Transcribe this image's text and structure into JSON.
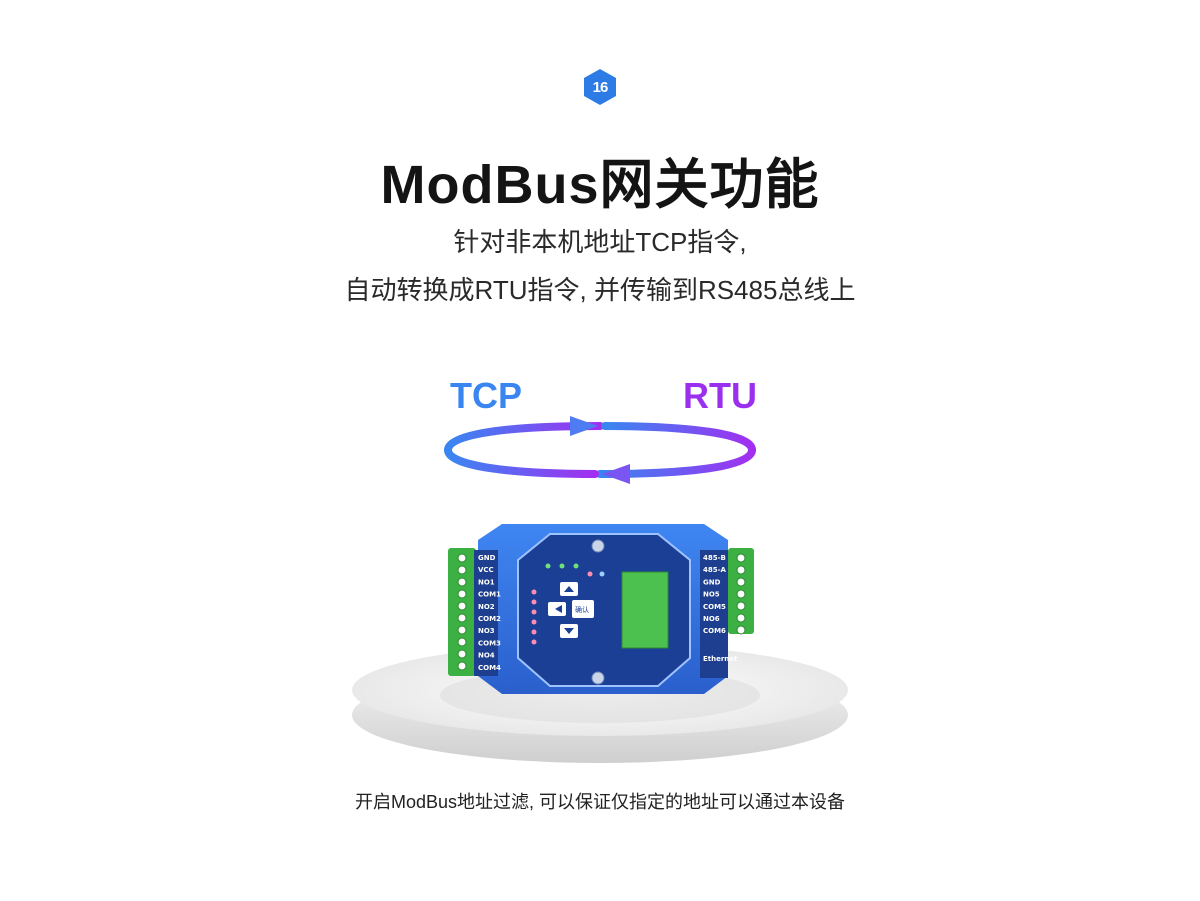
{
  "badge": {
    "number": "16",
    "color": "#2d7be5"
  },
  "title": "ModBus网关功能",
  "subtitle": {
    "line1": "针对非本机地址TCP指令,",
    "line2": "自动转换成RTU指令, 并传输到RS485总线上"
  },
  "diagram": {
    "left_label": "TCP",
    "right_label": "RTU",
    "left_color": "#3a86f0",
    "right_color": "#9b2ff0"
  },
  "device": {
    "left_pins": [
      "GND",
      "VCC",
      "NO1",
      "COM1",
      "NO2",
      "COM2",
      "NO3",
      "COM3",
      "NO4",
      "COM4"
    ],
    "right_pins": [
      "485-B",
      "485-A",
      "GND",
      "NO5",
      "COM5",
      "NO6",
      "COM6"
    ],
    "ethernet_label": "Ethernet",
    "center_button": "确认",
    "body_color": "#2f6fe0"
  },
  "caption": "开启ModBus地址过滤, 可以保证仅指定的地址可以通过本设备"
}
